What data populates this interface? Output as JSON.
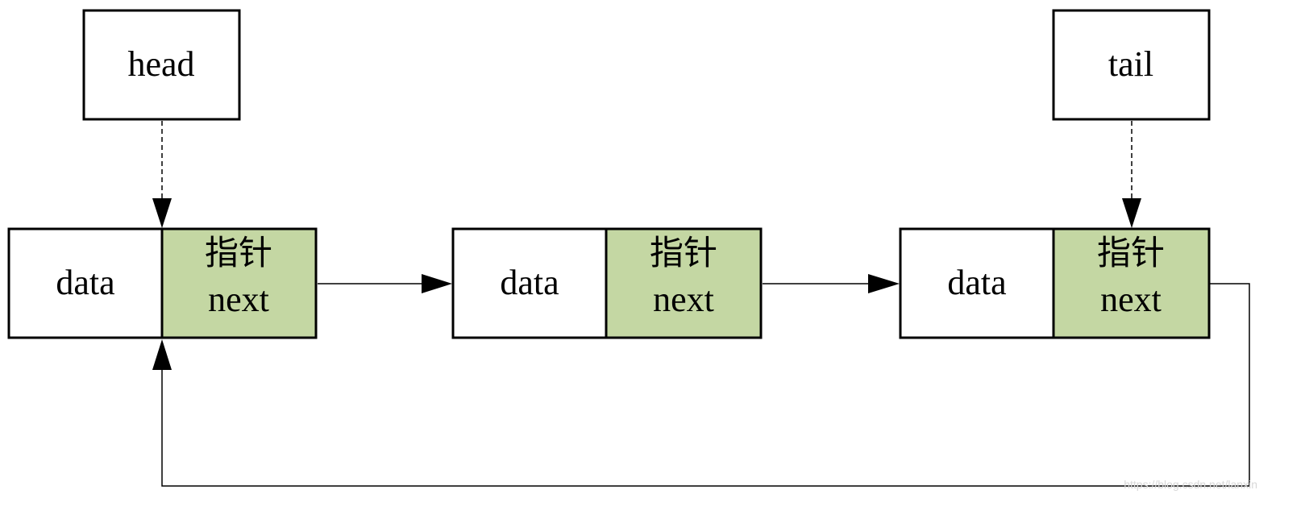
{
  "colors": {
    "pointer_fill": "#c4d7a3",
    "data_fill": "#ffffff",
    "stroke": "#000000"
  },
  "head_label": "head",
  "tail_label": "tail",
  "nodes": [
    {
      "data_label": "data",
      "pointer_label_cn": "指针",
      "pointer_label_en": "next"
    },
    {
      "data_label": "data",
      "pointer_label_cn": "指针",
      "pointer_label_en": "next"
    },
    {
      "data_label": "data",
      "pointer_label_cn": "指针",
      "pointer_label_en": "next"
    }
  ],
  "watermark": "https://blog.csdn.net/lanxin"
}
